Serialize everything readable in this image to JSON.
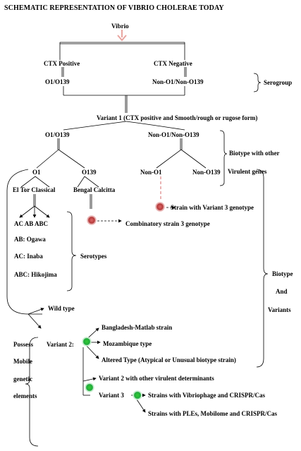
{
  "title": "SCHEMATIC REPRESENTATION OF VIBRIO CHOLERAE TODAY",
  "nodes": {
    "vibrio": "Vibrio",
    "ctx_positive": "CTX Positive",
    "ctx_negative": "CTX Negative",
    "o1_o139_top": "O1/O139",
    "non_o1_non_o139_top": "Non-O1/Non-O139",
    "serogroup": "Serogroup",
    "variant1": "Variant  1 (CTX positive and Smooth/rough or rugose form)",
    "o1_o139_mid": "O1/O139",
    "non_o1_non_o139_mid": "Non-O1/Non-O139",
    "biotype_other_1": "Biotype with other",
    "biotype_other_2": "Virulent genes",
    "o1": "O1",
    "o139": "O139",
    "non_o1": "Non-O1",
    "non_o139": "Non-O139",
    "eltor_classical": "El Tor  Classical",
    "bengal_calcitta": "Bengal  Calcitta",
    "strain_variant3": "Strain with Variant 3 genotype",
    "ac_ab_abc": "AC   AB  ABC",
    "combinatory": "Combinatory strain 3 genotype",
    "ab_ogawa": "AB: Ogawa",
    "ac_inaba": "AC: Inaba",
    "abc_hikojima": "ABC: Hikojima",
    "serotypes": "Serotypes",
    "biotype": "Biotype",
    "and": "And",
    "variants": "Variants",
    "wild_type": "Wild type",
    "possess": "Possess",
    "mobile": "Mobile",
    "genetic": "genetic",
    "elements": "elements",
    "variant2": "Variant  2:",
    "bangladesh": "Bangladesh-Matlab strain",
    "mozambique": "Mozambique type",
    "altered": "Altered Type (Atypical or Unusual biotype strain)",
    "variant2_other": "Variant 2 with other virulent determinants",
    "variant3": "Variant 3",
    "vibriophage": "Strains with Vibriophage and CRISPR/Cas",
    "ples": "Strains with PLEs, Mobilome and CRISPR/Cas"
  },
  "colors": {
    "red_dot": "#b43a3a",
    "green_dot": "#1faa3c",
    "arrow_pink": "#e9a5a0"
  }
}
